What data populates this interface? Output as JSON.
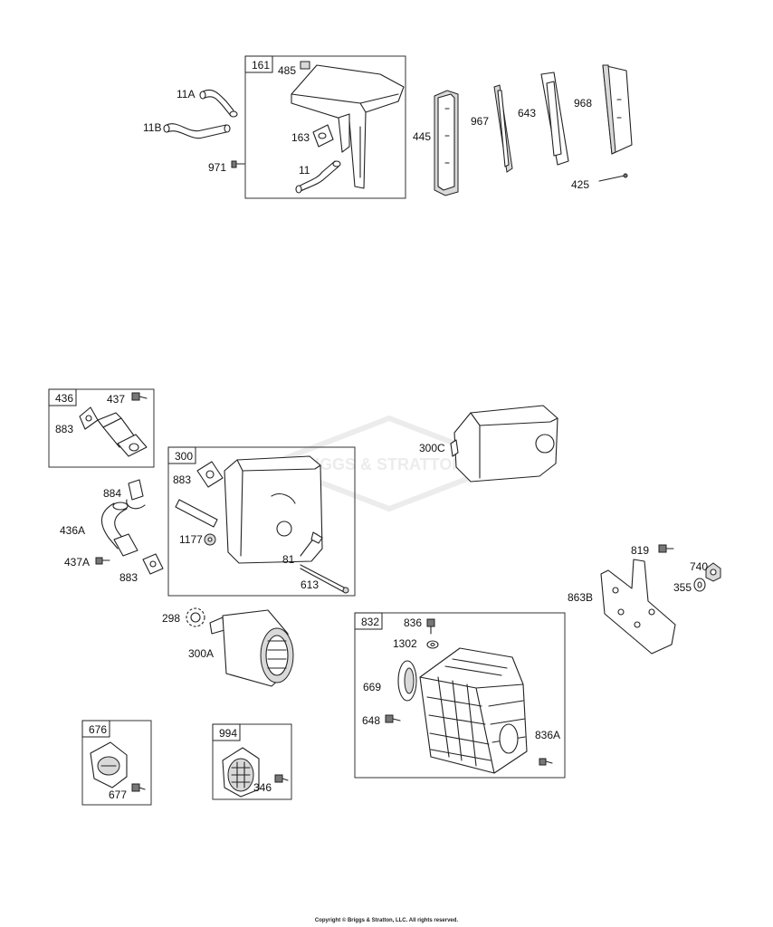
{
  "labels": {
    "l161": "161",
    "l485": "485",
    "l11A": "11A",
    "l11B": "11B",
    "l163": "163",
    "l971": "971",
    "l11": "11",
    "l445": "445",
    "l967": "967",
    "l643": "643",
    "l968": "968",
    "l425": "425",
    "l436": "436",
    "l437": "437",
    "l883a": "883",
    "l884": "884",
    "l436A": "436A",
    "l437A": "437A",
    "l883b": "883",
    "l300": "300",
    "l883c": "883",
    "l1177": "1177",
    "l81": "81",
    "l613": "613",
    "l300C": "300C",
    "l298": "298",
    "l300A": "300A",
    "l819": "819",
    "l740": "740",
    "l355": "355",
    "l863B": "863B",
    "l832": "832",
    "l836": "836",
    "l1302": "1302",
    "l669": "669",
    "l648": "648",
    "l836A": "836A",
    "l676": "676",
    "l677": "677",
    "l994": "994",
    "l346": "346"
  },
  "watermark": "BRIGGS & STRATTON",
  "copyright": "Copyright © Briggs & Stratton, LLC. All rights reserved."
}
